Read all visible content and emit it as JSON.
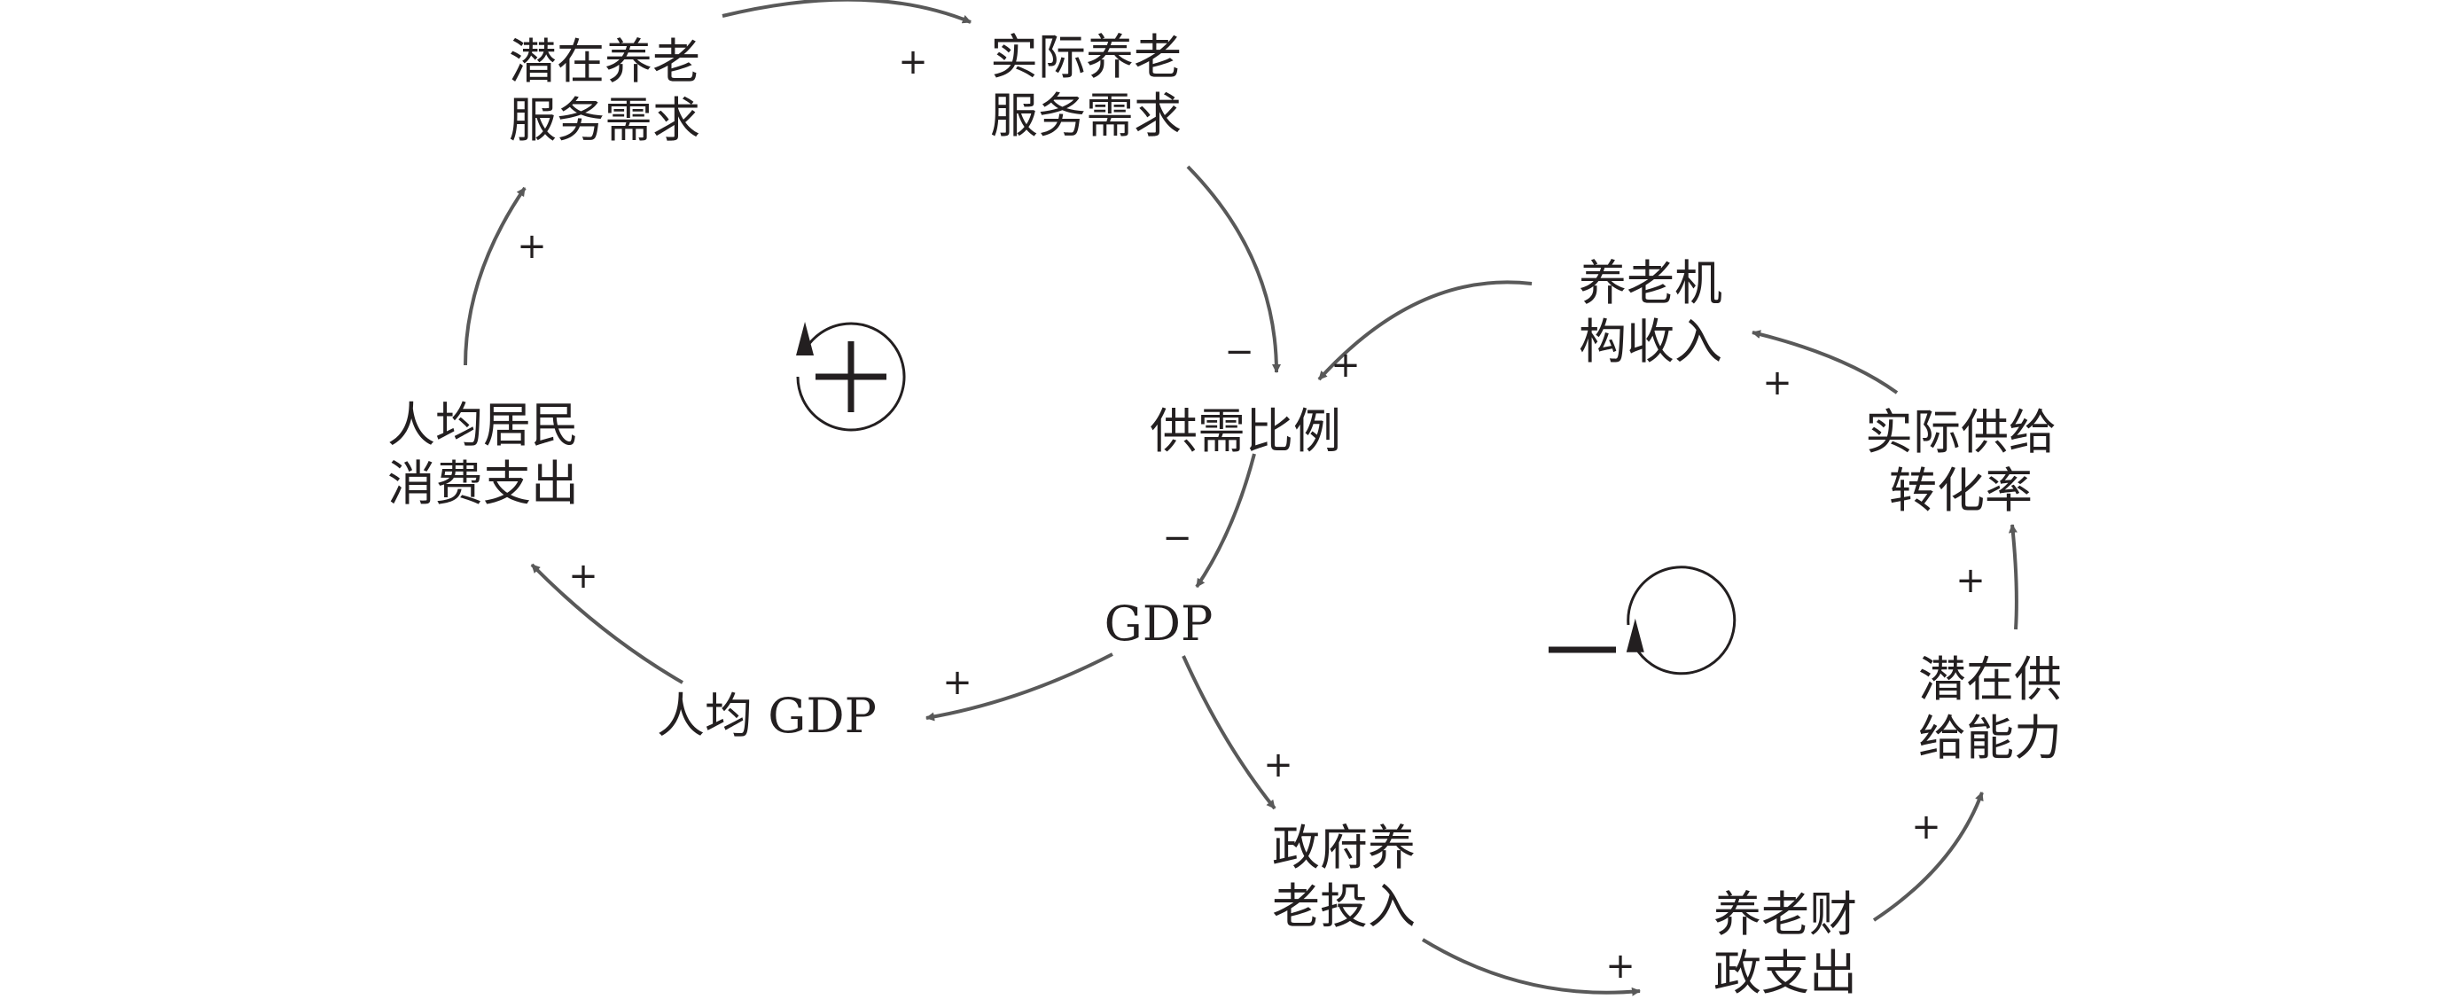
{
  "colors": {
    "arrow": "#595959",
    "text": "#231f20",
    "background": "#ffffff"
  },
  "nodes": {
    "latent_demand": [
      "潜在养老",
      "服务需求"
    ],
    "actual_demand": [
      "实际养老",
      "服务需求"
    ],
    "consumption": [
      "人均居民",
      "消费支出"
    ],
    "supply_demand_ratio": "供需比例",
    "gdp": "GDP",
    "gdp_per_capita": "人均 GDP",
    "institution_income": [
      "养老机",
      "构收入"
    ],
    "supply_conversion": [
      "实际供给",
      "转化率"
    ],
    "latent_supply": [
      "潜在供",
      "给能力"
    ],
    "gov_investment": [
      "政府养",
      "老投入"
    ],
    "fiscal_spending": [
      "养老财",
      "政支出"
    ]
  },
  "links": [
    {
      "from": "latent_demand",
      "to": "actual_demand",
      "polarity": "+"
    },
    {
      "from": "actual_demand",
      "to": "supply_demand_ratio",
      "polarity": "−"
    },
    {
      "from": "institution_income",
      "to": "supply_demand_ratio",
      "polarity": "+"
    },
    {
      "from": "supply_demand_ratio",
      "to": "gdp",
      "polarity": "−"
    },
    {
      "from": "gdp",
      "to": "gdp_per_capita",
      "polarity": "+"
    },
    {
      "from": "gdp_per_capita",
      "to": "consumption",
      "polarity": "+"
    },
    {
      "from": "consumption",
      "to": "latent_demand",
      "polarity": "+"
    },
    {
      "from": "gdp",
      "to": "gov_investment",
      "polarity": "+"
    },
    {
      "from": "gov_investment",
      "to": "fiscal_spending",
      "polarity": "+"
    },
    {
      "from": "fiscal_spending",
      "to": "latent_supply",
      "polarity": "+"
    },
    {
      "from": "latent_supply",
      "to": "supply_conversion",
      "polarity": "+"
    },
    {
      "from": "supply_conversion",
      "to": "institution_income",
      "polarity": "+"
    }
  ],
  "loops": {
    "left": {
      "polarity": "+"
    },
    "right": {
      "polarity": "−"
    }
  }
}
